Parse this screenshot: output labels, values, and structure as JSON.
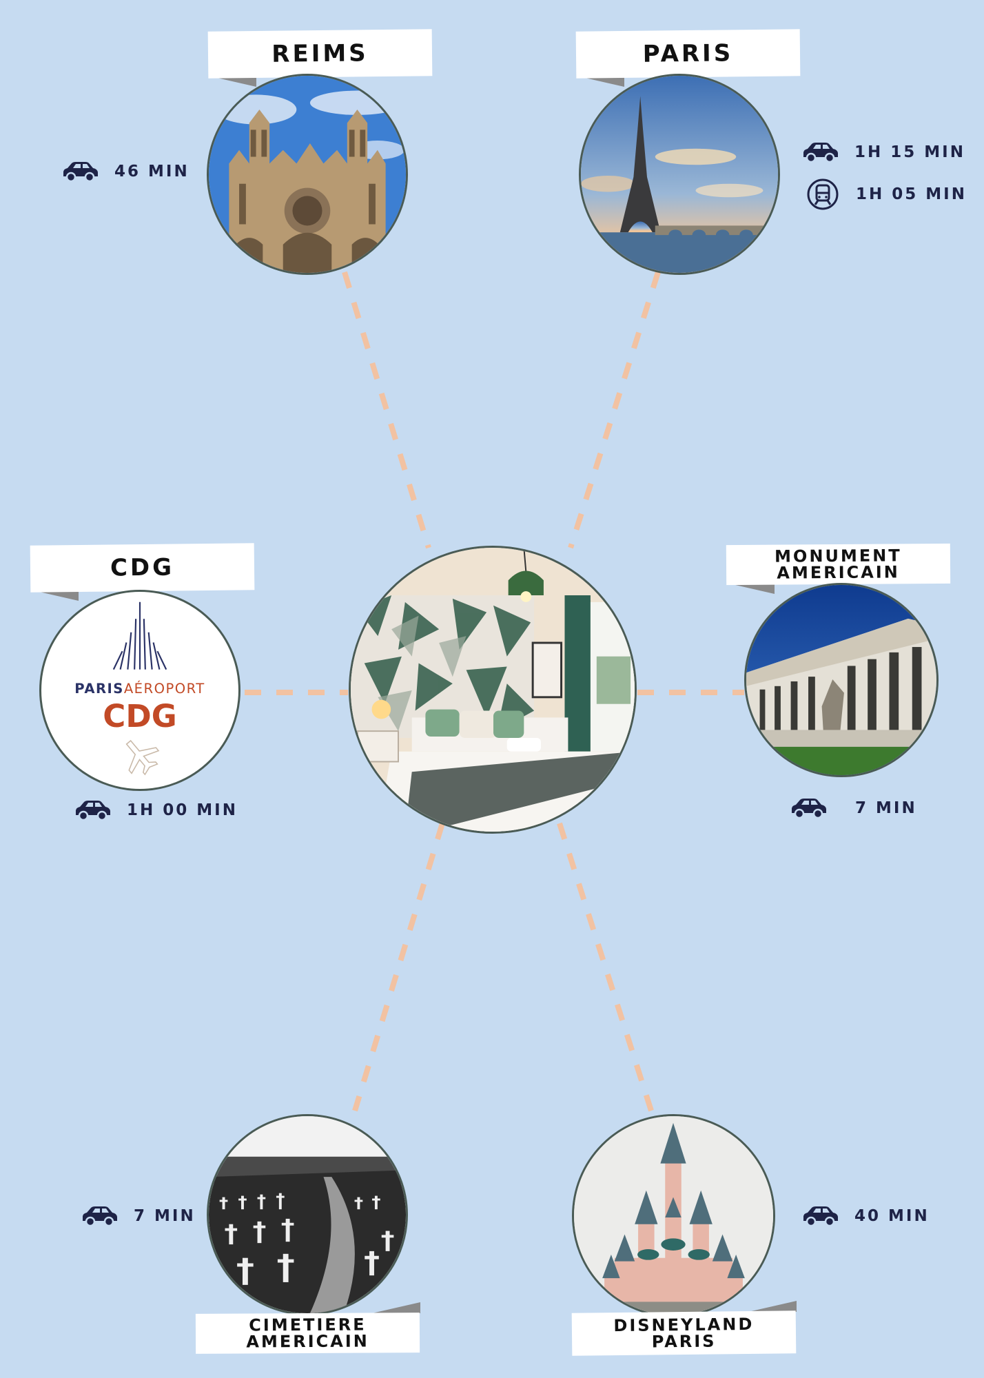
{
  "center": {
    "name": "Bedroom"
  },
  "destinations": {
    "reims": {
      "label": [
        "REIMS"
      ],
      "times": [
        {
          "icon": "car-icon",
          "text": "46 MIN"
        }
      ]
    },
    "paris": {
      "label": [
        "PARIS"
      ],
      "times": [
        {
          "icon": "car-icon",
          "text": "1H 15 MIN"
        },
        {
          "icon": "train-icon",
          "text": "1H 05 MIN"
        }
      ]
    },
    "cdg": {
      "label": [
        "CDG"
      ],
      "logo": {
        "brand": "PARIS",
        "brand2": "AÉROPORT",
        "code": "CDG"
      },
      "times": [
        {
          "icon": "car-icon",
          "text": "1H 00 MIN"
        }
      ]
    },
    "monument": {
      "label": [
        "MONUMENT",
        "AMERICAIN"
      ],
      "times": [
        {
          "icon": "car-icon",
          "text": "7 MIN"
        }
      ]
    },
    "cimetiere": {
      "label": [
        "CIMETIERE",
        "AMERICAIN"
      ],
      "times": [
        {
          "icon": "car-icon",
          "text": "7 MIN"
        }
      ]
    },
    "disneyland": {
      "label": [
        "DISNEYLAND",
        "PARIS"
      ],
      "times": [
        {
          "icon": "car-icon",
          "text": "40 MIN"
        }
      ]
    }
  },
  "colors": {
    "background": "#c6dbf1",
    "connector": "#f2c2a2",
    "icon": "#1e2347",
    "cdg_code": "#c24a26",
    "cdg_brand": "#2a3266"
  }
}
